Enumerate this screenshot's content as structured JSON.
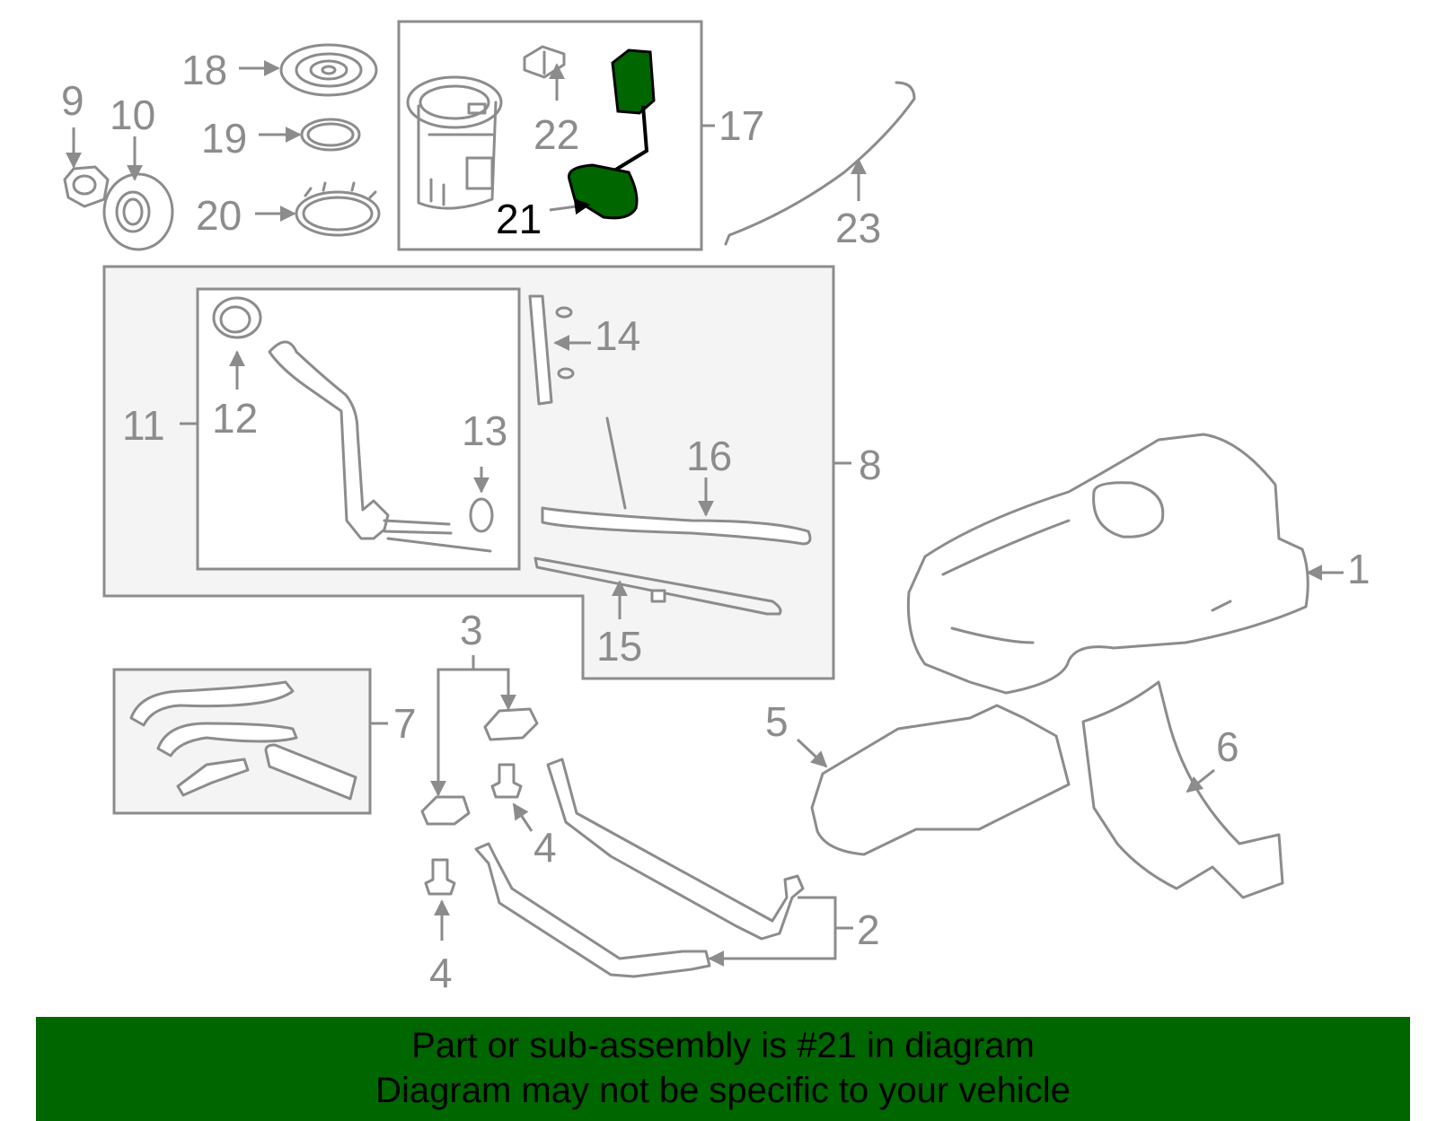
{
  "highlight_color": "#006600",
  "line_color": "#8c8c8c",
  "callouts": [
    {
      "id": "c1",
      "text": "1"
    },
    {
      "id": "c2",
      "text": "2"
    },
    {
      "id": "c3",
      "text": "3"
    },
    {
      "id": "c4a",
      "text": "4"
    },
    {
      "id": "c4b",
      "text": "4"
    },
    {
      "id": "c5",
      "text": "5"
    },
    {
      "id": "c6",
      "text": "6"
    },
    {
      "id": "c7",
      "text": "7"
    },
    {
      "id": "c8",
      "text": "8"
    },
    {
      "id": "c9",
      "text": "9"
    },
    {
      "id": "c10",
      "text": "10"
    },
    {
      "id": "c11",
      "text": "11"
    },
    {
      "id": "c12",
      "text": "12"
    },
    {
      "id": "c13",
      "text": "13"
    },
    {
      "id": "c14",
      "text": "14"
    },
    {
      "id": "c15",
      "text": "15"
    },
    {
      "id": "c16",
      "text": "16"
    },
    {
      "id": "c17",
      "text": "17"
    },
    {
      "id": "c18",
      "text": "18"
    },
    {
      "id": "c19",
      "text": "19"
    },
    {
      "id": "c20",
      "text": "20"
    },
    {
      "id": "c21",
      "text": "21"
    },
    {
      "id": "c22",
      "text": "22"
    },
    {
      "id": "c23",
      "text": "23"
    }
  ],
  "highlighted_part": "21",
  "banner": {
    "line1": "Part or sub-assembly is #21 in diagram",
    "line2": "Diagram may not be specific to your vehicle"
  }
}
